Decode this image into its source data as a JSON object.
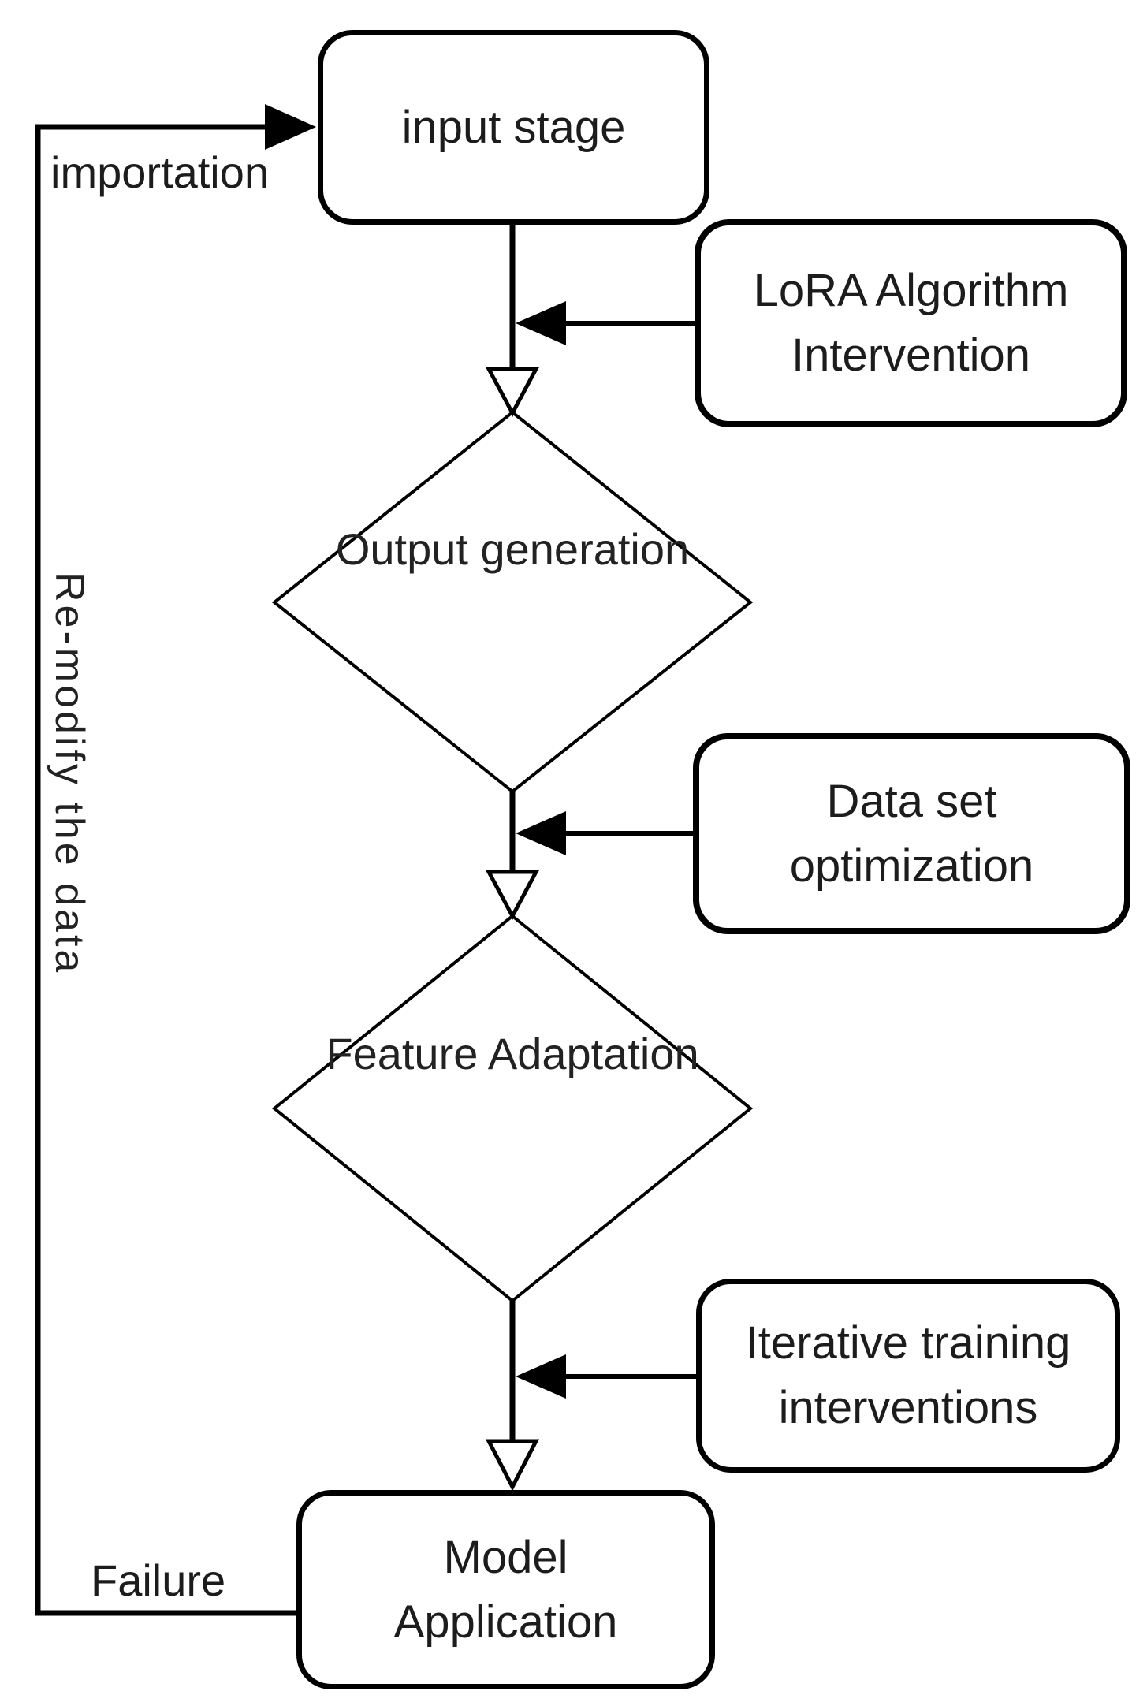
{
  "diagram": {
    "colors": {
      "background": "#ffffff",
      "stroke": "#000000",
      "text": "#1c1c1c"
    },
    "nodes": {
      "input_stage": {
        "label": "input stage"
      },
      "lora_algorithm": {
        "line1": "LoRA Algorithm",
        "line2": "Intervention"
      },
      "output_generation": {
        "line1": "Output",
        "line2": "generation"
      },
      "data_set_optimization": {
        "line1": "Data set",
        "line2": "optimization"
      },
      "feature_adaptation": {
        "line1": "Feature",
        "line2": "Adaptation"
      },
      "iterative_training": {
        "line1": "Iterative training",
        "line2": "interventions"
      },
      "model_application": {
        "line1": "Model",
        "line2": "Application"
      }
    },
    "edge_labels": {
      "importation": "importation",
      "re_modify": "Re-modify the data",
      "failure": "Failure"
    }
  }
}
